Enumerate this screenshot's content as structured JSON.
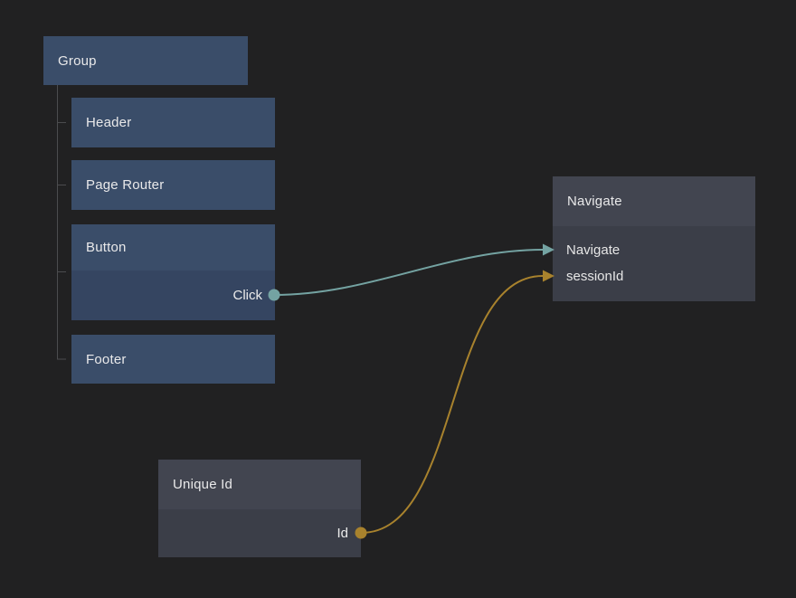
{
  "app": {
    "view": "node-graph-canvas"
  },
  "colors": {
    "background": "#212122",
    "component_node_header": "#3a4d69",
    "component_node_body": "#354561",
    "logic_node_header": "#424550",
    "logic_node_body": "#3b3e48",
    "tree_line": "#4b4c4e",
    "signal_connection": "#74a3a2",
    "string_connection": "#a8822d",
    "text": "#e9e9ea"
  },
  "nodes": {
    "group": {
      "title": "Group"
    },
    "header": {
      "title": "Header"
    },
    "page_router": {
      "title": "Page Router"
    },
    "button": {
      "title": "Button",
      "outputs": [
        {
          "label": "Click"
        }
      ]
    },
    "footer": {
      "title": "Footer"
    },
    "navigate": {
      "title": "Navigate",
      "inputs": [
        {
          "label": "Navigate"
        },
        {
          "label": "sessionId"
        }
      ]
    },
    "unique_id": {
      "title": "Unique Id",
      "outputs": [
        {
          "label": "Id"
        }
      ]
    }
  },
  "connections": [
    {
      "from": "Button.Click",
      "to": "Navigate.Navigate",
      "color": "#74a3a2"
    },
    {
      "from": "Unique Id.Id",
      "to": "Navigate.sessionId",
      "color": "#a8822d"
    }
  ]
}
